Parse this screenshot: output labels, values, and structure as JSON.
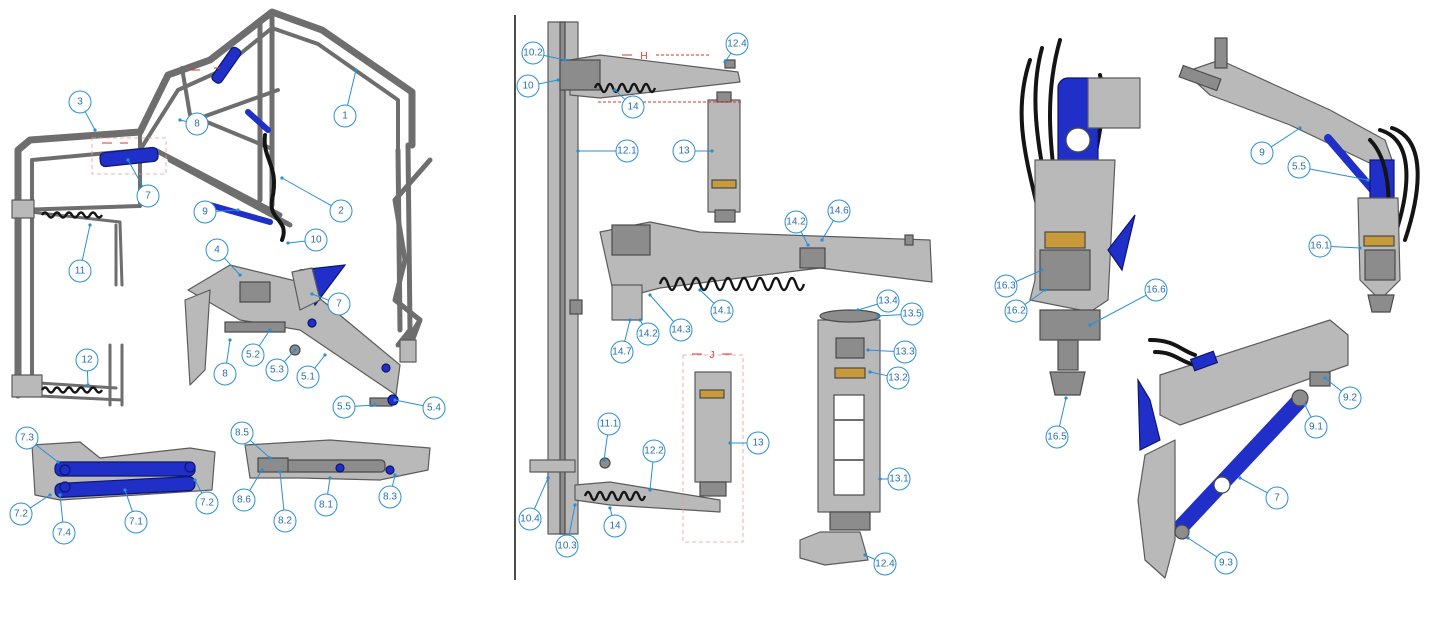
{
  "callouts": {
    "left": [
      "1",
      "2",
      "3",
      "4",
      "5.1",
      "5.2",
      "5.3",
      "5.4",
      "5.5",
      "7",
      "7",
      "8",
      "8",
      "9",
      "10",
      "11",
      "12",
      "7.1",
      "7.2",
      "7.2",
      "7.3",
      "7.4",
      "8.1",
      "8.2",
      "8.3",
      "8.5",
      "8.6"
    ],
    "middle": [
      "10",
      "10.2",
      "10.3",
      "10.4",
      "11.1",
      "12.1",
      "12.2",
      "12.4",
      "12.4",
      "13",
      "13",
      "13.1",
      "13.2",
      "13.3",
      "13.4",
      "13.5",
      "14",
      "14",
      "14.1",
      "14.2",
      "14.2",
      "14.3",
      "14.6",
      "14.7"
    ],
    "right": [
      "5.5",
      "7",
      "9",
      "9.1",
      "9.2",
      "9.3",
      "16.1",
      "16.2",
      "16.3",
      "16.5",
      "16.6"
    ]
  },
  "dimension_labels": {
    "h": "H",
    "j": "J"
  },
  "colors": {
    "accent_blue": "#1f2fc8",
    "frame_grey": "#b9b9b9",
    "callout_blue": "#2a8fd6",
    "dimension_red": "#e23232"
  }
}
